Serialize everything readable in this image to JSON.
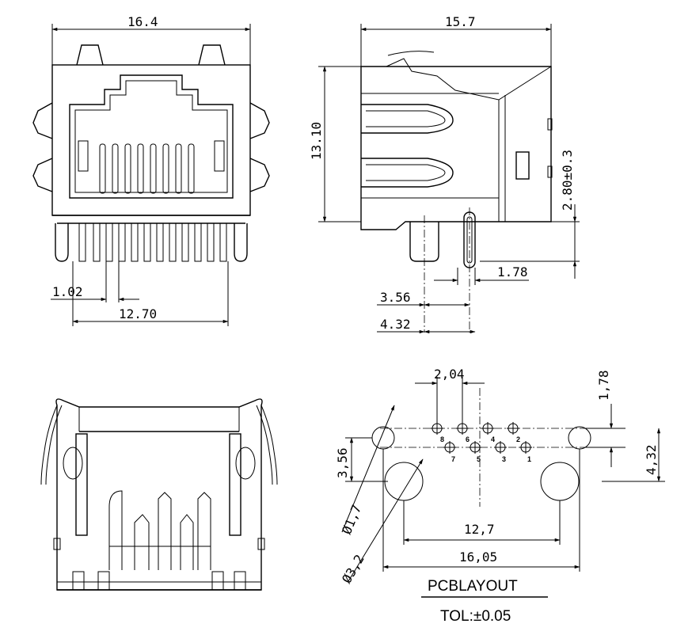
{
  "front_view": {
    "width": "16.4",
    "pin_pitch": "1.02",
    "pin_span": "12.70"
  },
  "side_view": {
    "depth": "15.7",
    "height": "13.10",
    "standoff": "2.80±0.3",
    "peg_offset": "1.78",
    "row_a": "3.56",
    "row_b": "4.32"
  },
  "pcb_layout": {
    "pitch": "2,04",
    "row_offset_v": "1,78",
    "hole_span_v": "4,32",
    "peg_to_pin_v": "3,56",
    "small_hole_dia": "Ø1,7",
    "large_hole_dia": "Ø3,2",
    "peg_span": "12,7",
    "outer_span": "16,05",
    "pin_numbers": [
      "8",
      "6",
      "4",
      "2",
      "7",
      "5",
      "3",
      "1"
    ],
    "title": "PCBLAYOUT",
    "tolerance": "TOL:±0.05"
  }
}
